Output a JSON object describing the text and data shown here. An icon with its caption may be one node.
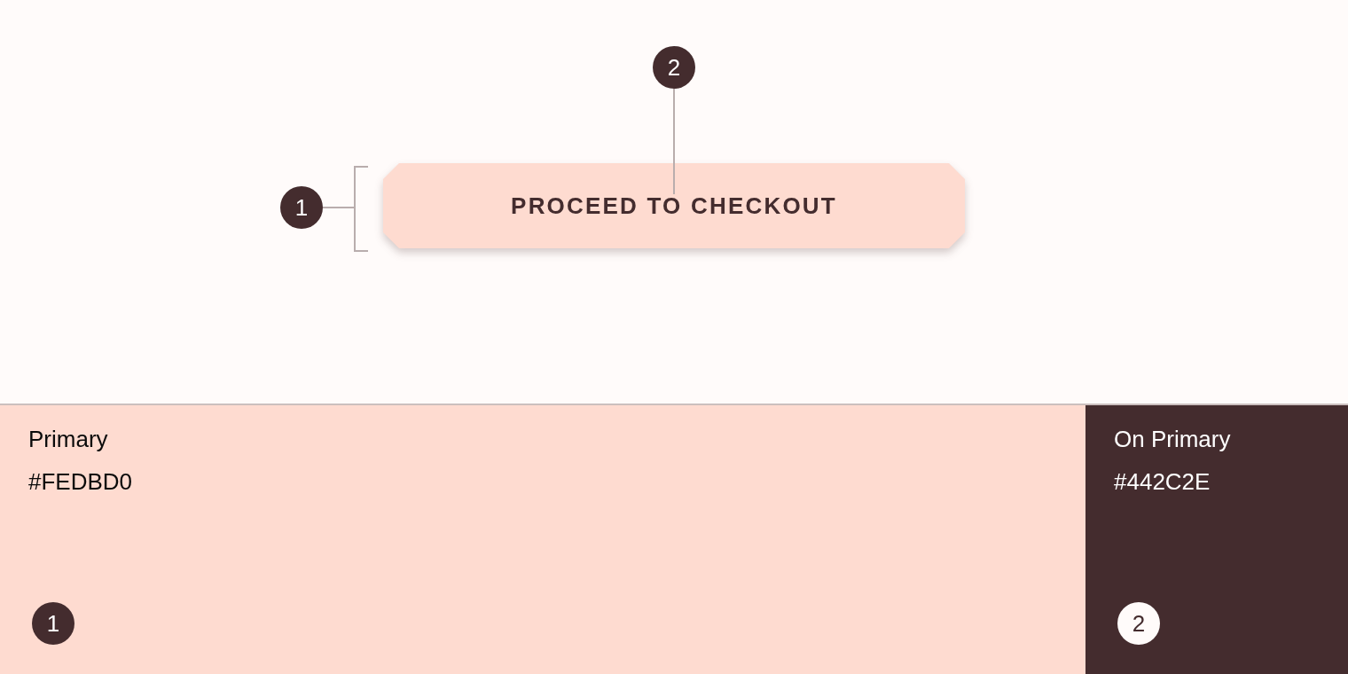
{
  "diagram": {
    "nodes": [
      {
        "text": [
          "2"
        ]
      },
      {
        "text": [
          "1"
        ]
      },
      {
        "text": [
          "PROCEED TO CHECKOUT"
        ]
      },
      {
        "text": [
          "Primary",
          "#FEDBD0"
        ]
      },
      {
        "text": [
          "1"
        ],
        "in": 3
      },
      {
        "text": [
          "On Primary",
          "#442C2E"
        ]
      },
      {
        "text": [
          "2"
        ],
        "in": 5
      }
    ],
    "edges": [
      {
        "from": 0,
        "to": 2,
        "arrow": "none"
      },
      {
        "from": 1,
        "to": 2,
        "arrow": "none"
      }
    ]
  }
}
